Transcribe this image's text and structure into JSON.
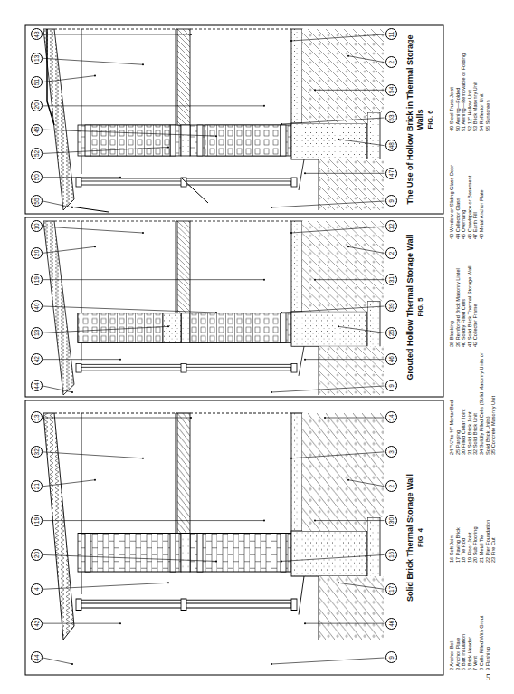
{
  "diagram": {
    "nodes": [
      {
        "text": [
          "44"
        ]
      },
      {
        "text": [
          "42"
        ]
      },
      {
        "text": [
          "4"
        ]
      },
      {
        "text": [
          "20"
        ]
      },
      {
        "text": [
          "19"
        ]
      },
      {
        "text": [
          "21"
        ]
      },
      {
        "text": [
          "32"
        ]
      },
      {
        "text": [
          "13"
        ]
      },
      {
        "text": [
          "9"
        ]
      },
      {
        "text": [
          "46"
        ]
      },
      {
        "text": [
          "17"
        ]
      },
      {
        "text": [
          "16"
        ]
      },
      {
        "text": [
          "30"
        ]
      },
      {
        "text": [
          "2"
        ]
      },
      {
        "text": [
          "3"
        ]
      },
      {
        "text": [
          "14"
        ]
      },
      {
        "text": [
          "44"
        ]
      },
      {
        "text": [
          "42"
        ]
      },
      {
        "text": [
          "13"
        ]
      },
      {
        "text": [
          "40"
        ]
      },
      {
        "text": [
          "19"
        ]
      },
      {
        "text": [
          "20"
        ]
      },
      {
        "text": [
          "10"
        ]
      },
      {
        "text": [
          "9"
        ]
      },
      {
        "text": [
          "46"
        ]
      },
      {
        "text": [
          "25"
        ]
      },
      {
        "text": [
          "39"
        ]
      },
      {
        "text": [
          "31"
        ]
      },
      {
        "text": [
          "2"
        ]
      },
      {
        "text": [
          "12"
        ]
      },
      {
        "text": [
          "55"
        ]
      },
      {
        "text": [
          "50"
        ]
      },
      {
        "text": [
          "52"
        ]
      },
      {
        "text": [
          "49"
        ]
      },
      {
        "text": [
          "20"
        ]
      },
      {
        "text": [
          "51"
        ]
      },
      {
        "text": [
          "13"
        ]
      },
      {
        "text": [
          "43"
        ]
      },
      {
        "text": [
          "9"
        ]
      },
      {
        "text": [
          "47"
        ]
      },
      {
        "text": [
          "48"
        ]
      },
      {
        "text": [
          "53"
        ]
      },
      {
        "text": [
          "54"
        ]
      },
      {
        "text": [
          "2"
        ]
      },
      {
        "text": [
          "11"
        ]
      }
    ],
    "labels": [
      "Solid Brick Thermal Storage Wall",
      "FIG. 4",
      "Grouted Hollow Thermal Storage Wall",
      "FIG. 5",
      "The Use of Hollow Brick in Thermal Storage Walls",
      "FIG. 6",
      "2 Anchor Bolt",
      "3 Anchor Plate",
      "5 Batt Insulation",
      "6 Brick Header",
      "7 Vent",
      "8 Cells Filled With Grout",
      "9 Flashing",
      "16 Soft Joint",
      "17 Paving Brick",
      "18 Tie Rod",
      "19 Floor Joist",
      "20 Sub Flooring",
      "21 Metal Tie",
      "22 Pier Foundation",
      "23 Fire Cut",
      "24 \"¼\" to ⅜\" Mortar Bed",
      "25 Parging",
      "30 Filled Collar Joint",
      "31 Solid Brick Joint",
      "32 Solid Brick Unit",
      "34 Solidly Filled Cells (Solid Masonry Units or Solid Brick Units)",
      "35 Concrete Masonry Unit",
      "38 Blocking",
      "39 Reinforced Brick Masonry Lintel",
      "40 Solidly Filled Cells",
      "41 Solid Brick Thermal Storage Wall",
      "42 Collector Frame",
      "43 Window or Sliding Glass Door",
      "44 Collector Glass",
      "45 Overhang",
      "46 Crawlspace or Basement",
      "47 Earth Fill",
      "48 Metal Anchor Plate",
      "49 Steel Truss Joist",
      "50 Awning—Folded",
      "51 Awning—Removable or Folding",
      "52 12\" Hollow Unit",
      "53 Brick Masonry Unit",
      "54 Reflector Unit",
      "55 Sunscreen",
      "5"
    ]
  }
}
